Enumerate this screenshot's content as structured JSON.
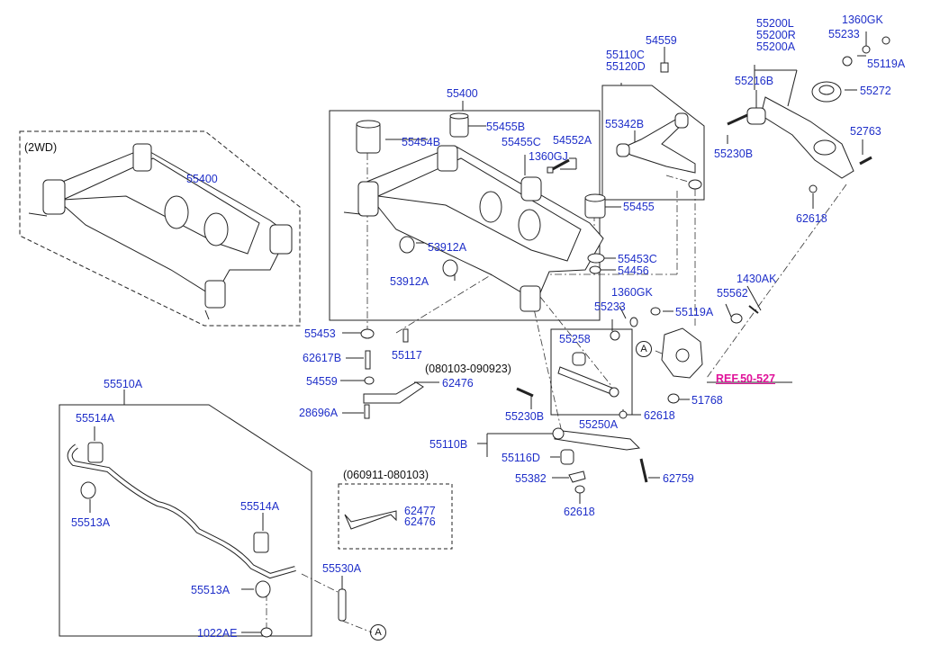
{
  "labels": {
    "l55400a": "55400",
    "l55400b": "55400",
    "l2wd": "(2WD)",
    "l55455B": "55455B",
    "l55454B": "55454B",
    "l55455C": "55455C",
    "l54552A": "54552A",
    "l1360GJ": "1360GJ",
    "l55455": "55455",
    "l53912Aa": "53912A",
    "l53912Ab": "53912A",
    "l55453C": "55453C",
    "l54456": "54456",
    "l55453": "55453",
    "l55117": "55117",
    "l62617B": "62617B",
    "l54559a": "54559",
    "l54559b": "54559",
    "l080103": "(080103-090923)",
    "l62476a": "62476",
    "l28696A": "28696A",
    "l55230Ba": "55230B",
    "l55230Bb": "55230B",
    "l55110C": "55110C",
    "l55120D": "55120D",
    "l55342B": "55342B",
    "l55200L": "55200L",
    "l55200R": "55200R",
    "l55200A": "55200A",
    "l1360GKa": "1360GK",
    "l1360GKb": "1360GK",
    "l55233a": "55233",
    "l55233b": "55233",
    "l55119Aa": "55119A",
    "l55119Ab": "55119A",
    "l55216B": "55216B",
    "l55272": "55272",
    "l52763": "52763",
    "l62618a": "62618",
    "l62618b": "62618",
    "l62618c": "62618",
    "l1430AK": "1430AK",
    "l55562": "55562",
    "l55258": "55258",
    "lRef": "REF.50-527",
    "l51768": "51768",
    "l55250A": "55250A",
    "l55110B": "55110B",
    "l55116D": "55116D",
    "l55382": "55382",
    "l62759": "62759",
    "l55510A": "55510A",
    "l55514Aa": "55514A",
    "l55514Ab": "55514A",
    "l55513Aa": "55513A",
    "l55513Ab": "55513A",
    "l55530A": "55530A",
    "l1022AE": "1022AE",
    "l060911": "(060911-080103)",
    "l62477": "62477",
    "l62476b": "62476",
    "circA1": "A",
    "circA2": "A"
  }
}
